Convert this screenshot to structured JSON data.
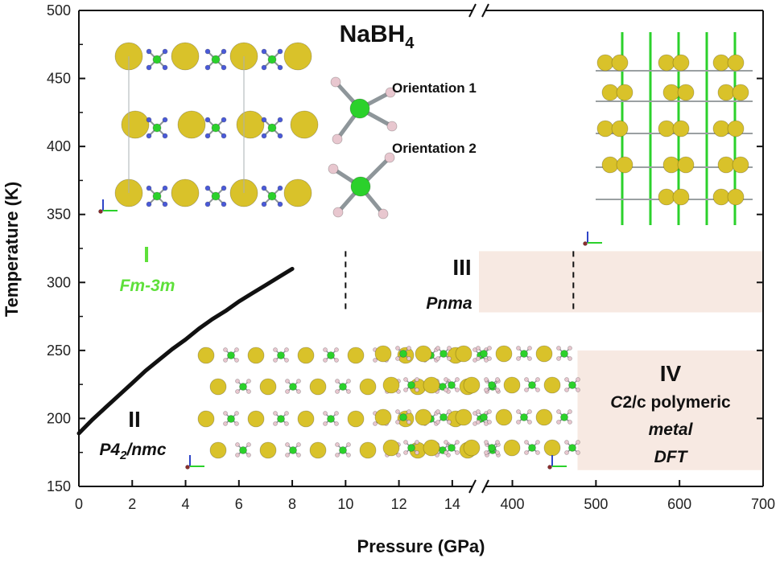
{
  "chart_data": {
    "type": "line",
    "title_main": "NaBH",
    "title_sub": "4",
    "xlabel": "Pressure (GPa)",
    "ylabel": "Temperature (K)",
    "ylim": [
      150,
      500
    ],
    "y_ticks": [
      150,
      200,
      250,
      300,
      350,
      400,
      450,
      500
    ],
    "x_segment_1": {
      "xlim": [
        0,
        15
      ],
      "ticks": [
        0,
        2,
        4,
        6,
        8,
        10,
        12,
        14
      ]
    },
    "x_segment_2": {
      "xlim": [
        360,
        700
      ],
      "ticks": [
        400,
        500,
        600,
        700
      ]
    },
    "axis_break": true,
    "series": [
      {
        "color": "#111111",
        "x": [
          0,
          0.2,
          0.5,
          1,
          1.5,
          2,
          2.5,
          3,
          3.5,
          4,
          4.5,
          5,
          5.5,
          6,
          6.5,
          7,
          7.5,
          8
        ],
        "y": [
          189,
          193,
          199,
          208,
          217,
          226,
          235,
          243,
          251,
          258,
          266,
          273,
          279,
          286,
          292,
          298,
          304,
          310
        ]
      }
    ],
    "boundaries": [
      {
        "x_segment": 1,
        "x": 10,
        "y_range": [
          278,
          323
        ],
        "style": "dashed"
      },
      {
        "x_segment": 2,
        "x": 473,
        "y_range": [
          278,
          323
        ],
        "style": "dashed"
      }
    ],
    "shaded_regions": [
      {
        "segment": 2,
        "x_range": [
          360,
          700
        ],
        "y_range": [
          278,
          323
        ],
        "color": "#f7e9e2"
      },
      {
        "segment": 2,
        "x_range": [
          478,
          700
        ],
        "y_range": [
          162,
          250
        ],
        "color": "#f7e9e2"
      }
    ],
    "annotations": {
      "orientation_1": "Orientation 1",
      "orientation_2": "Orientation 2",
      "phase_I": {
        "numeral": "I",
        "group": "Fm-3m",
        "color": "#5ee03a"
      },
      "phase_II": {
        "numeral": "II",
        "group_pre": "P4",
        "group_sub": "2",
        "group_post": "/nmc",
        "color": "#111111"
      },
      "phase_III": {
        "numeral": "III",
        "group": "Pnma",
        "color": "#111111"
      },
      "phase_IV": {
        "numeral": "IV",
        "group_italic": "C",
        "group_rest": "2/c polymeric",
        "line2": "metal",
        "line3": "DFT",
        "color": "#111111"
      }
    },
    "colors": {
      "sodium": "#d9c22a",
      "boron": "#2bd12b",
      "hydrogen": "#4a5ad8",
      "hydrogen_alt": "#e8c7cf",
      "bond": "#8e969a"
    }
  }
}
